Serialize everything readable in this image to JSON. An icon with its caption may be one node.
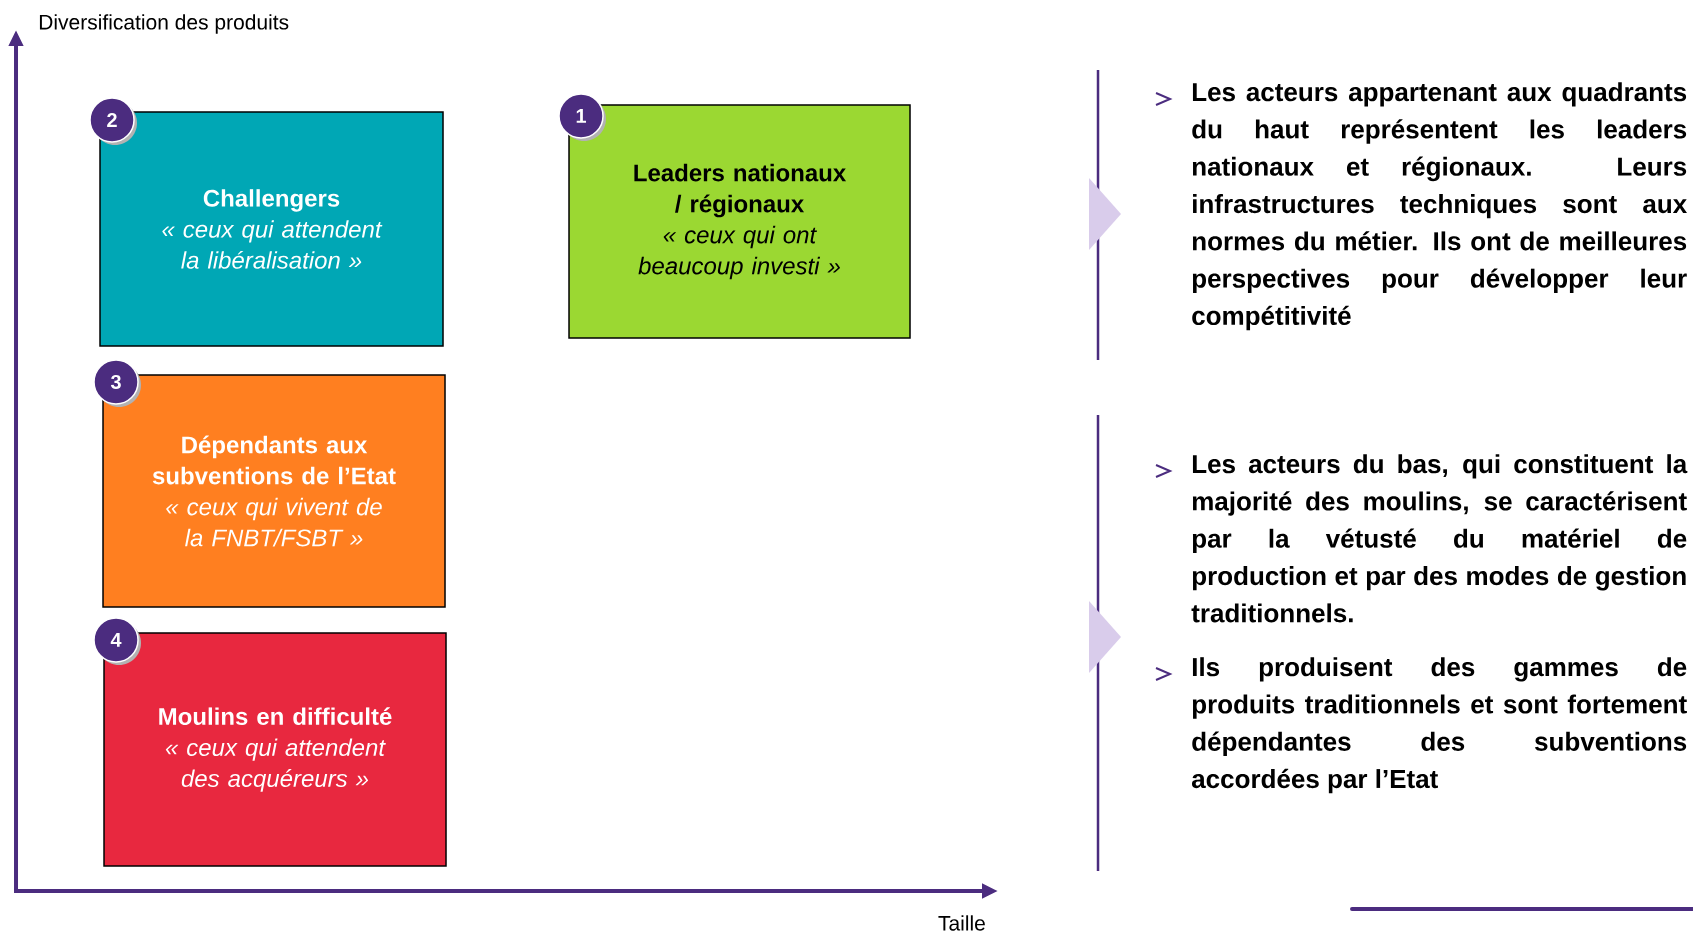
{
  "diagram": {
    "nodes": [
      {
        "text": [
          "Challengers",
          "« ceux qui attendent la libéralisation »"
        ]
      },
      {
        "text": [
          "2"
        ]
      },
      {
        "text": [
          "Leaders nationaux / régionaux",
          "« ceux qui ont beaucoup investi »"
        ]
      },
      {
        "text": [
          "1"
        ]
      },
      {
        "text": [
          "Dépendants aux subventions de l’Etat",
          "« ceux qui vivent de la FNBT/FSBT »"
        ]
      },
      {
        "text": [
          "3"
        ]
      },
      {
        "text": [
          "Moulins en difficulté",
          "« ceux qui attendent des acquéreurs »"
        ]
      },
      {
        "text": [
          "4"
        ]
      }
    ],
    "labels": [
      "Diversification des produits",
      "Taille",
      "Les acteurs appartenant aux quadrants du haut représentent les leaders nationaux et régionaux. Leurs infrastructures techniques sont aux normes du métier. Ils ont de meilleures perspectives pour développer leur compétitivité",
      "Les acteurs du bas, qui constituent la majorité des moulins, se caractérisent par la vétusté du matériel de production et par des modes de gestion traditionnels.",
      "Ils produisent des gammes de produits traditionnels et sont fortement dépendantes des subventions accordées par l’Etat"
    ]
  }
}
